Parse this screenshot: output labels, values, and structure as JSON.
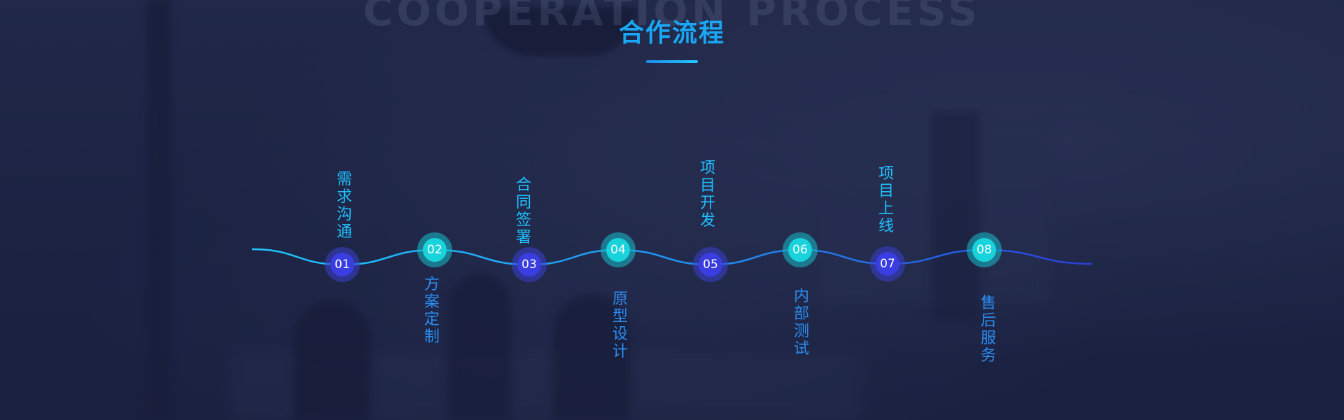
{
  "header": {
    "title_en": "COOPERATION PROCESS",
    "title_cn": "合作流程"
  },
  "colors": {
    "accent": "#18a8f5",
    "node_blue": "#3a3ee0",
    "node_cyan": "#19d3dc",
    "label_top": "#1fc1ff",
    "label_bottom": "#2a8df2",
    "background": "#1d2546"
  },
  "steps": [
    {
      "number": "01",
      "label": "需求沟通"
    },
    {
      "number": "02",
      "label": "方案定制"
    },
    {
      "number": "03",
      "label": "合同签署"
    },
    {
      "number": "04",
      "label": "原型设计"
    },
    {
      "number": "05",
      "label": "项目开发"
    },
    {
      "number": "06",
      "label": "内部测试"
    },
    {
      "number": "07",
      "label": "项目上线"
    },
    {
      "number": "08",
      "label": "售后服务"
    }
  ]
}
